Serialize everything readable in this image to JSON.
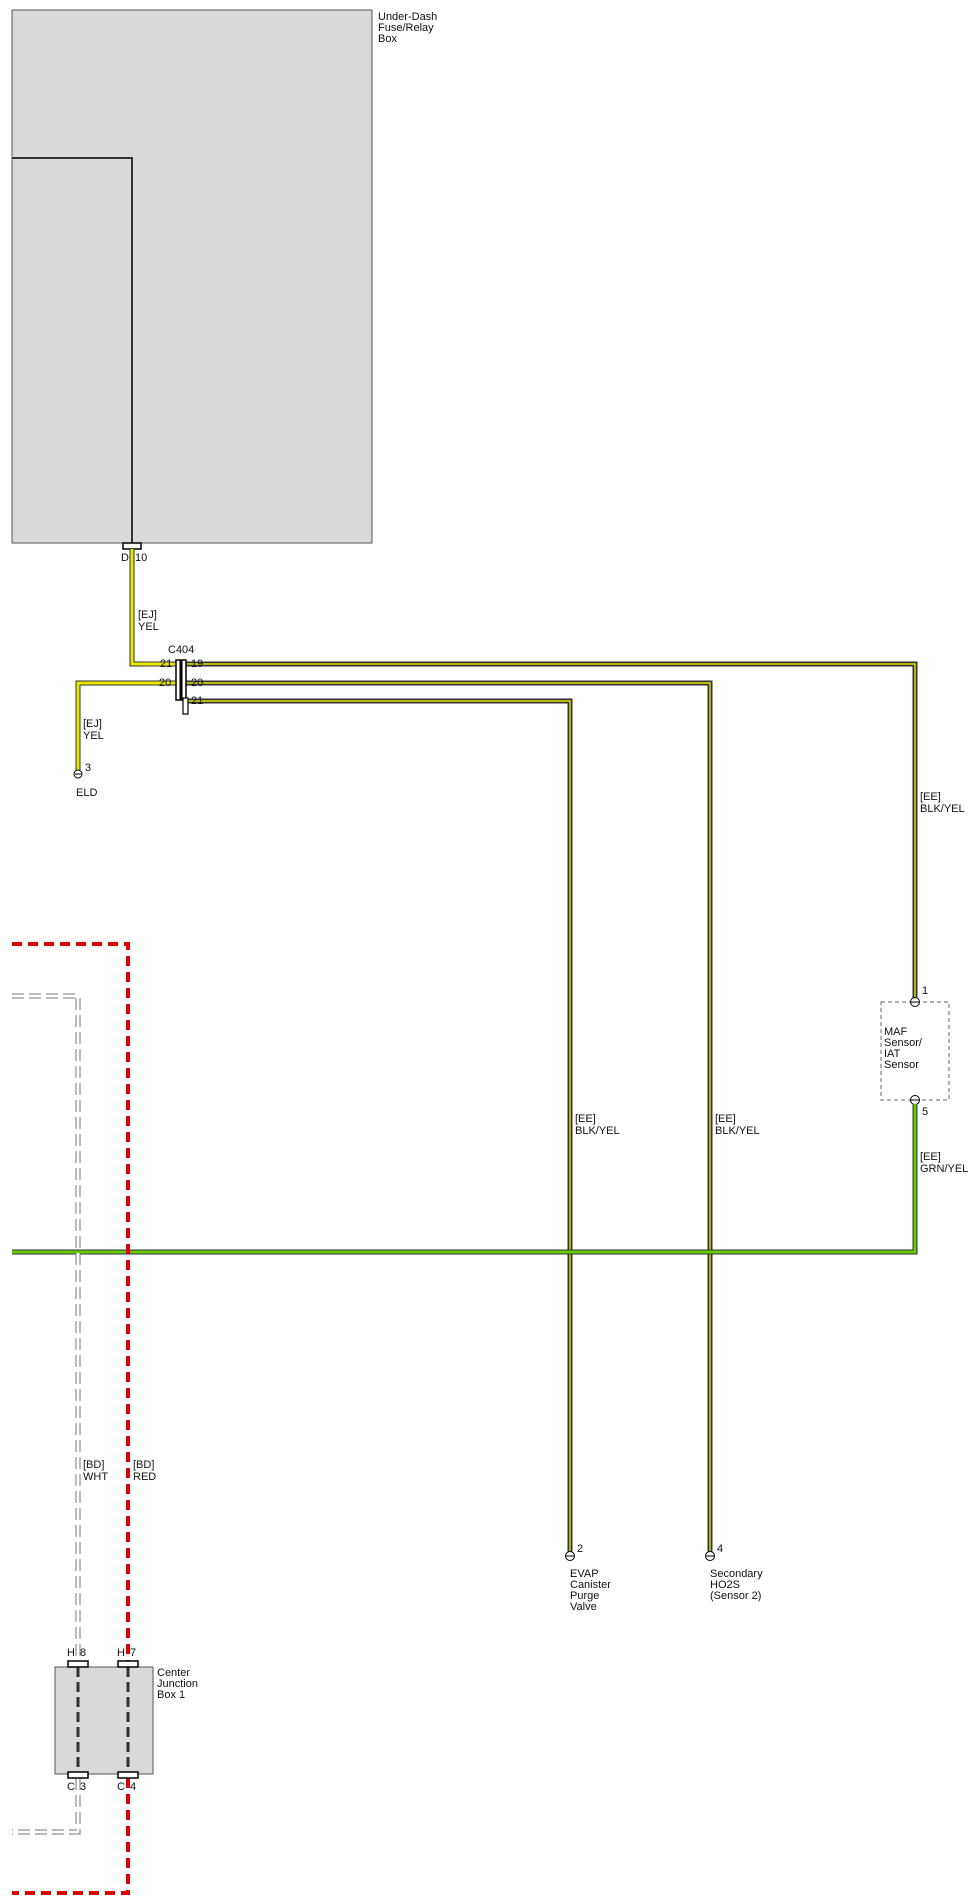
{
  "colors": {
    "box_fill": "#d9d9d9",
    "box_stroke": "#555555",
    "wire_black": "#333333",
    "wire_yellow": "#e8e800",
    "wire_green": "#66cc00",
    "wire_red": "#e00000",
    "wire_white": "#ffffff"
  },
  "components": {
    "under_dash_box": {
      "line1": "Under-Dash",
      "line2": "Fuse/Relay",
      "line3": "Box"
    },
    "connector_c404": "C404",
    "eld": "ELD",
    "maf": {
      "line1": "MAF",
      "line2": "Sensor/",
      "line3": "IAT",
      "line4": "Sensor"
    },
    "evap": {
      "line1": "EVAP",
      "line2": "Canister",
      "line3": "Purge",
      "line4": "Valve"
    },
    "secondary": {
      "line1": "Secondary",
      "line2": "HO2S",
      "line3": "(Sensor 2)"
    },
    "center_junction": {
      "line1": "Center",
      "line2": "Junction",
      "line3": "Box 1"
    }
  },
  "pins": {
    "d10_letter": "D",
    "d10_num": "10",
    "c404_21_left": "21",
    "c404_19": "19",
    "c404_20_left": "20",
    "c404_20_right": "20",
    "c404_21_right": "21",
    "eld": "3",
    "maf_top": "1",
    "maf_bottom": "5",
    "evap": "2",
    "secondary": "4",
    "cj_h8_letter": "H",
    "cj_h8_num": "8",
    "cj_h7_letter": "H",
    "cj_h7_num": "7",
    "cj_c3_letter": "C",
    "cj_c3_num": "3",
    "cj_c4_letter": "C",
    "cj_c4_num": "4"
  },
  "wires": {
    "w_d10": {
      "code": "[EJ]",
      "color": "YEL"
    },
    "w_eld": {
      "code": "[EJ]",
      "color": "YEL"
    },
    "w_maf": {
      "code": "[EE]",
      "color": "BLK/YEL"
    },
    "w_evap": {
      "code": "[EE]",
      "color": "BLK/YEL"
    },
    "w_sec": {
      "code": "[EE]",
      "color": "BLK/YEL"
    },
    "w_grn": {
      "code": "[EE]",
      "color": "GRN/YEL"
    },
    "w_wht": {
      "code": "[BD]",
      "color": "WHT"
    },
    "w_red": {
      "code": "[BD]",
      "color": "RED"
    }
  }
}
